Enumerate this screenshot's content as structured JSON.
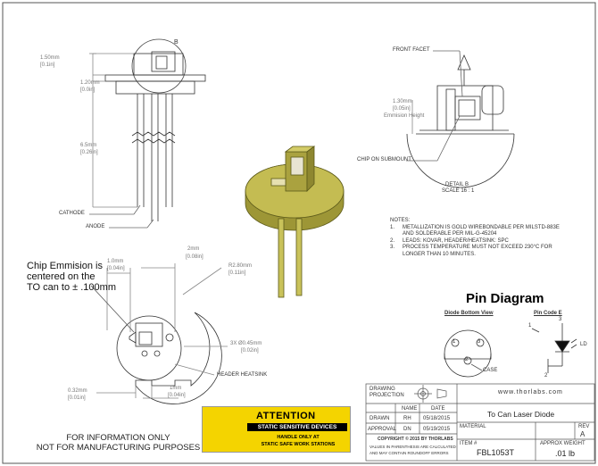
{
  "top_left": {
    "dim_150": "1.50mm",
    "dim_150_in": "[0.1in]",
    "dim_120": "1.20mm",
    "dim_120_in": "[0.0in]",
    "dim_65": "6.5mm",
    "dim_65_in": "[0.26in]",
    "label_b": "B",
    "cathode": "CATHODE",
    "anode": "ANODE"
  },
  "detail_b": {
    "front_facet": "FRONT FACET",
    "dim_130": "1.30mm",
    "dim_130_in": "[0.05in]",
    "emission": "Emmision Height",
    "chip": "CHIP ON SUBMOUNT",
    "title": "DETAIL B",
    "scale": "SCALE 16 : 1"
  },
  "notes": {
    "header": "NOTES:",
    "items": [
      {
        "num": "1.",
        "lines": [
          "METALLIZATION IS GOLD WIREBONDABLE PER MILSTD-883E",
          "AND SOLDERABLE PER MIL-G-45204"
        ]
      },
      {
        "num": "2.",
        "lines": [
          "LEADS: KOVAR, HEADER/HEATSINK: SPC"
        ]
      },
      {
        "num": "3.",
        "lines": [
          "PROCESS TEMPERATURE MUST NOT EXCEED 230°C FOR",
          "LONGER THAN 10 MINUTES."
        ]
      }
    ]
  },
  "bottom_view": {
    "chip_note_1": "Chip Emmision is",
    "chip_note_2": "centered on the",
    "chip_note_3": "TO can to ± .100mm",
    "dim_10": "1.0mm",
    "dim_10_in": "[0.04in]",
    "dim_2": "2mm",
    "dim_2_in": "[0.08in]",
    "dim_r28": "R2.80mm",
    "dim_r28_in": "[0.11in]",
    "dim_045": "3X Ø0.45mm",
    "dim_045_in": "[0.02in]",
    "header_heatsink": "HEADER HEATSINK",
    "dim_032": "0.32mm",
    "dim_032_in": "[0.01in]",
    "dim_1": "1mm",
    "dim_1_in": "[0.04in]"
  },
  "pin_diagram": {
    "title": "Pin Diagram",
    "bottom_view": "Diode Bottom View",
    "pin_code": "Pin Code E",
    "case": "CASE",
    "ld": "LD",
    "pins": [
      "1",
      "2",
      "3"
    ]
  },
  "attention": {
    "title": "ATTENTION",
    "bar": "STATIC SENSITIVE DEVICES",
    "line1": "HANDLE ONLY AT",
    "line2": "STATIC SAFE WORK STATIONS"
  },
  "footer": {
    "line1": "FOR INFORMATION ONLY",
    "line2": "NOT FOR MANUFACTURING PURPOSES"
  },
  "title_block": {
    "drawing_projection": "DRAWING",
    "projection": "PROJECTION",
    "website": "www.thorlabs.com",
    "name_h": "NAME",
    "date_h": "DATE",
    "drawn": "DRAWN",
    "drawn_name": "RH",
    "drawn_date": "05/18/2015",
    "approval": "APPROVAL",
    "approval_name": "DN",
    "approval_date": "05/19/2015",
    "description": "To Can Laser Diode",
    "material": "MATERIAL",
    "copyright": "COPYRIGHT © 2015 BY THORLABS",
    "values_1": "VALUES IN PARENTHESIS ARE CALCULATED",
    "values_2": "AND MAY CONTAIN ROUNDOFF ERRORS",
    "item_label": "ITEM #",
    "item": "FBL1053T",
    "rev_label": "REV",
    "rev": "A",
    "weight_label": "APPROX WEIGHT",
    "weight": ".01 lb"
  }
}
